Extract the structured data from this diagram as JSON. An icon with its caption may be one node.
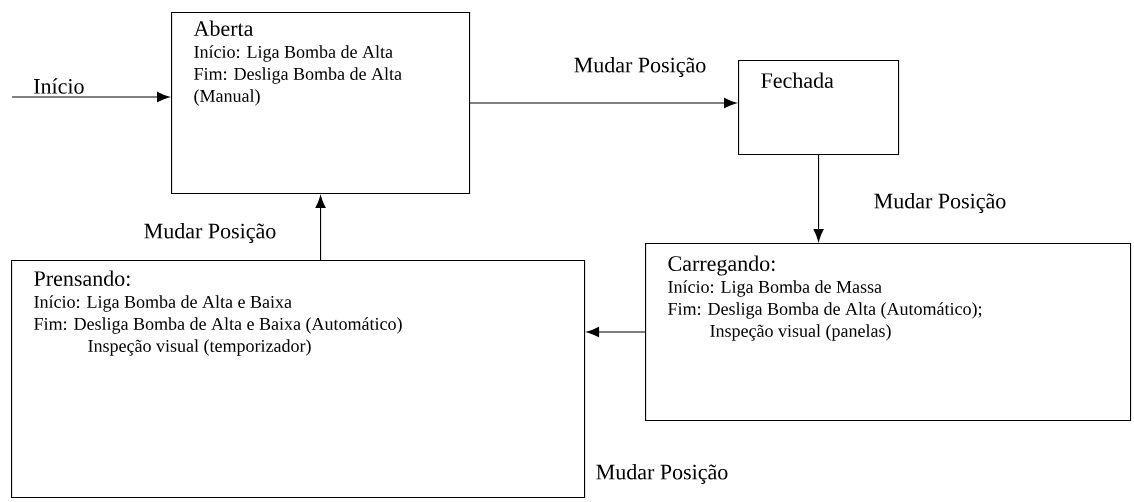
{
  "diagram": {
    "nodes": [
      {
        "text": [
          "Aberta",
          "Início: Liga Bomba de Alta",
          "Fim: Desliga Bomba de Alta (Manual)"
        ]
      },
      {
        "text": [
          "Fechada"
        ]
      },
      {
        "text": [
          "Carregando:",
          "Início: Liga Bomba de Massa",
          "Fim: Desliga Bomba de Alta (Automático);",
          "Inspeção visual (panelas)"
        ]
      },
      {
        "text": [
          "Prensando:",
          "Início: Liga Bomba de Alta e Baixa",
          "Fim: Desliga Bomba de Alta e Baixa (Automático)",
          "Inspeção visual (temporizador)"
        ]
      }
    ],
    "edges": [
      {
        "from": null,
        "to": 0,
        "arrow": "to",
        "label": "Início"
      },
      {
        "from": 0,
        "to": 1,
        "arrow": "to",
        "label": "Mudar Posição"
      },
      {
        "from": 1,
        "to": 2,
        "arrow": "to",
        "label": "Mudar Posição"
      },
      {
        "from": 2,
        "to": 3,
        "arrow": "to"
      },
      {
        "from": 3,
        "to": 0,
        "arrow": "to",
        "label": "Mudar Posição"
      }
    ],
    "labels": [
      "Mudar Posição"
    ]
  }
}
